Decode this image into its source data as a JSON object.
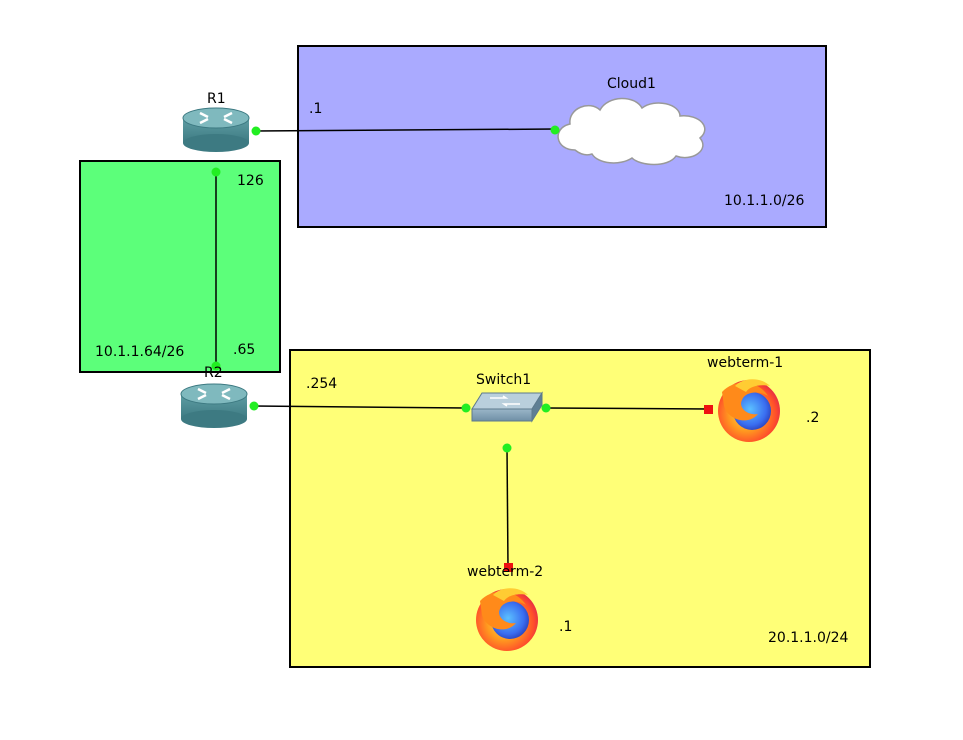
{
  "colors": {
    "zone_blue": "#aaaaff",
    "zone_green": "#5cff7a",
    "zone_yellow": "#ffff77",
    "link_dot_up": "#22ee22",
    "link_dot_down": "#ee1111"
  },
  "zones": {
    "blue": {
      "subnet": "10.1.1.0/26"
    },
    "green": {
      "subnet": "10.1.1.64/26"
    },
    "yellow": {
      "subnet": "20.1.1.0/24"
    }
  },
  "nodes": {
    "r1": {
      "name": "R1",
      "icon": "router-icon"
    },
    "r2": {
      "name": "R2",
      "icon": "router-icon"
    },
    "cloud1": {
      "name": "Cloud1",
      "icon": "cloud-icon"
    },
    "switch1": {
      "name": "Switch1",
      "icon": "switch-icon"
    },
    "webterm1": {
      "name": "webterm-1",
      "icon": "firefox-icon"
    },
    "webterm2": {
      "name": "webterm-2",
      "icon": "firefox-icon"
    }
  },
  "addresses": {
    "r1_cloud": ".1",
    "r1_r2": "126",
    "r2_r1": ".65",
    "r2_switch": ".254",
    "webterm1": ".2",
    "webterm2": ".1"
  }
}
